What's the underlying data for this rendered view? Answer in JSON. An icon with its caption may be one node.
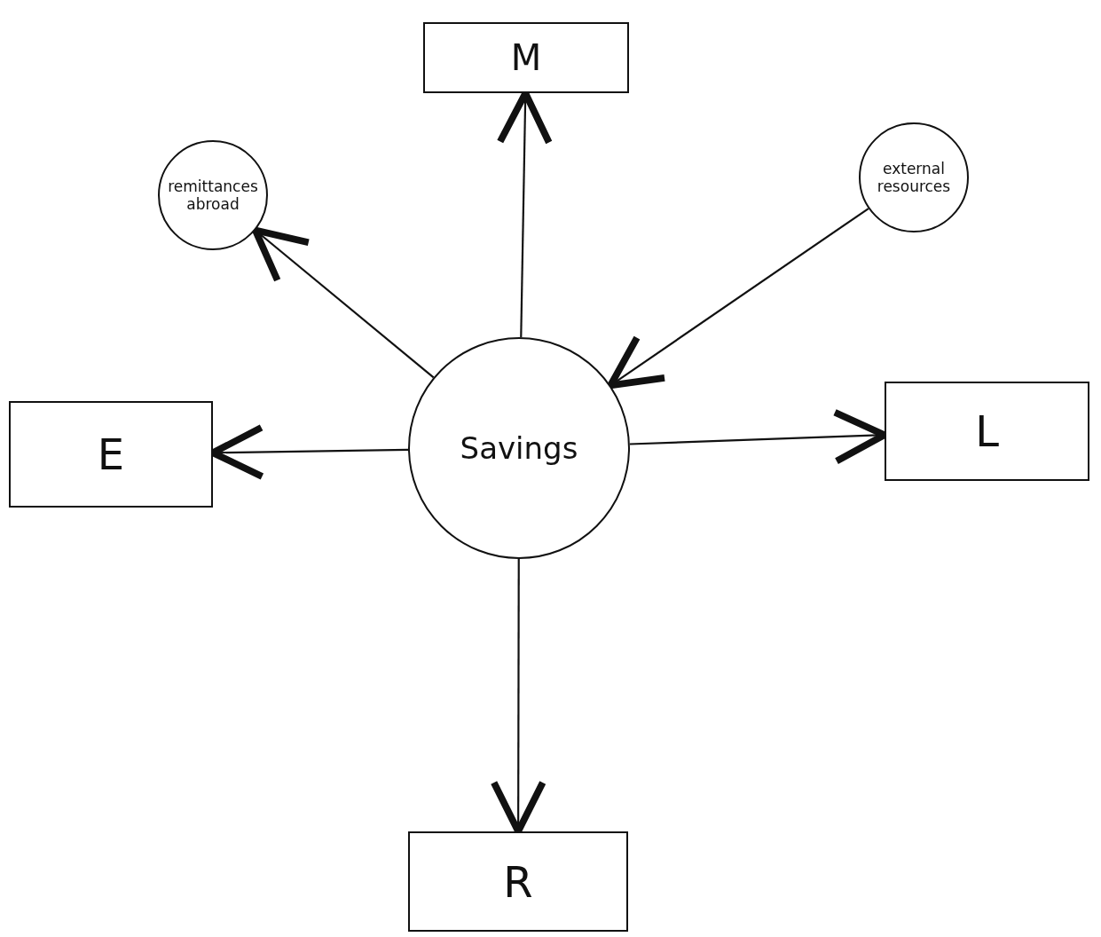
{
  "diagram": {
    "nodes": [
      {
        "text": [
          "M"
        ]
      },
      {
        "text": [
          "remittances abroad"
        ]
      },
      {
        "text": [
          "external resources"
        ]
      },
      {
        "text": [
          "E"
        ]
      },
      {
        "text": [
          "Savings"
        ]
      },
      {
        "text": [
          "L"
        ]
      },
      {
        "text": [
          "R"
        ]
      }
    ],
    "edges": [
      {
        "from": 4,
        "to": 0,
        "arrow": "to"
      },
      {
        "from": 4,
        "to": 1,
        "arrow": "to"
      },
      {
        "from": 2,
        "to": 4,
        "arrow": "to"
      },
      {
        "from": 4,
        "to": 3,
        "arrow": "to"
      },
      {
        "from": 4,
        "to": 5,
        "arrow": "to"
      },
      {
        "from": 4,
        "to": 6,
        "arrow": "to"
      }
    ]
  }
}
